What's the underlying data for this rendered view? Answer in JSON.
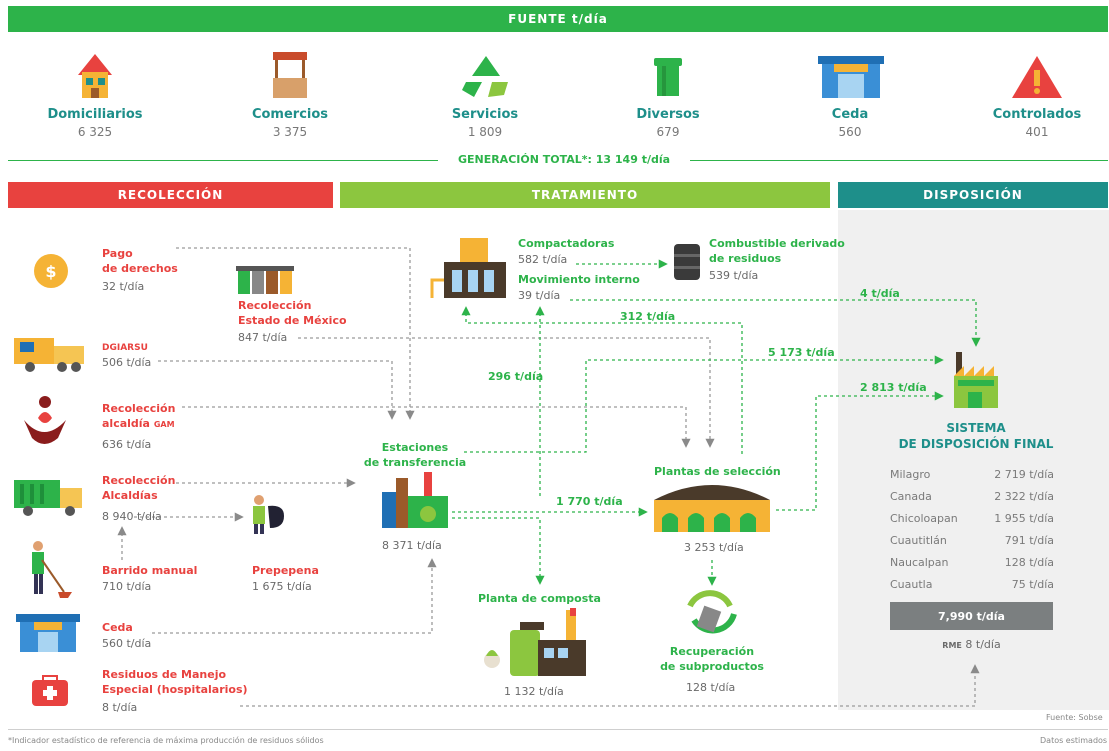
{
  "header": {
    "title": "FUENTE t/día"
  },
  "sources": [
    {
      "name": "Domiciliarios",
      "value": "6 325"
    },
    {
      "name": "Comercios",
      "value": "3 375"
    },
    {
      "name": "Servicios",
      "value": "1 809"
    },
    {
      "name": "Diversos",
      "value": "679"
    },
    {
      "name": "Ceda",
      "value": "560"
    },
    {
      "name": "Controlados",
      "value": "401"
    }
  ],
  "total": "GENERACIÓN TOTAL*: 13 149 t/día",
  "sections": {
    "recoleccion": "RECOLECCIÓN",
    "tratamiento": "TRATAMIENTO",
    "disposicion": "DISPOSICIÓN"
  },
  "collection": {
    "pago": {
      "label1": "Pago",
      "label2": "de derechos",
      "value": "32 t/día"
    },
    "dgiarsu": {
      "label": "DGIARSU",
      "value": "506 t/día"
    },
    "gam": {
      "label1": "Recolección",
      "label2": "alcaldía",
      "label2b": "GAM",
      "value": "636 t/día"
    },
    "alcaldias": {
      "label1": "Recolección",
      "label2": "Alcaldías",
      "value": "8 940 t/día"
    },
    "barrido": {
      "label": "Barrido manual",
      "value": "710 t/día"
    },
    "ceda": {
      "label": "Ceda",
      "value": "560 t/día"
    },
    "hospital": {
      "label1": "Residuos de Manejo",
      "label2": "Especial (hospitalarios)",
      "value": "8 t/día"
    },
    "edomex": {
      "label1": "Recolección",
      "label2": "Estado de México",
      "value": "847 t/día"
    },
    "prepepena": {
      "label": "Prepepena",
      "value": "1 675 t/día"
    }
  },
  "treatment": {
    "compactadoras": {
      "label": "Compactadoras",
      "value": "582 t/día"
    },
    "movimiento": {
      "label": "Movimiento interno",
      "value": "39 t/día"
    },
    "combustible": {
      "label1": "Combustible derivado",
      "label2": "de residuos",
      "value": "539 t/día"
    },
    "estaciones": {
      "label1": "Estaciones",
      "label2": "de transferencia",
      "value": "8 371 t/día"
    },
    "plantas": {
      "label": "Plantas de selección",
      "value": "3 253 t/día"
    },
    "composta": {
      "label": "Planta de composta",
      "value": "1 132 t/día"
    },
    "recuperacion": {
      "label1": "Recuperación",
      "label2": "de subproductos",
      "value": "128 t/día"
    },
    "flows": {
      "f4": "4 t/día",
      "f312": "312 t/día",
      "f5173": "5 173 t/día",
      "f296": "296 t/día",
      "f2813": "2 813 t/día",
      "f1770": "1 770 t/día"
    }
  },
  "disposal": {
    "title1": "SISTEMA",
    "title2": "DE DISPOSICIÓN FINAL",
    "sites": [
      {
        "name": "Milagro",
        "value": "2 719 t/día"
      },
      {
        "name": "Canada",
        "value": "2 322 t/día"
      },
      {
        "name": "Chicoloapan",
        "value": "1 955 t/día"
      },
      {
        "name": "Cuautitlán",
        "value": "791 t/día"
      },
      {
        "name": "Naucalpan",
        "value": "128 t/día"
      },
      {
        "name": "Cuautla",
        "value": "75 t/día"
      }
    ],
    "total": "7,990 t/día",
    "rme_label": "RME",
    "rme_value": "8 t/día"
  },
  "footer": {
    "note": "*Indicador estadístico de referencia de máxima producción de residuos sólidos",
    "source": "Fuente: Sobse",
    "estimated": "Datos estimados"
  },
  "colors": {
    "green": "#2db34a",
    "red": "#e8423f",
    "lime": "#8cc63f",
    "teal": "#1e8f8a"
  }
}
